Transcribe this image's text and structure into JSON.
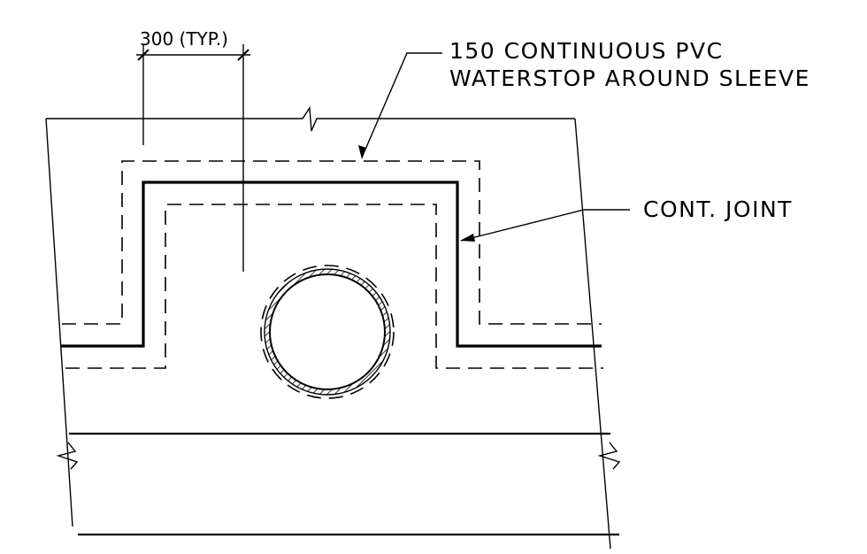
{
  "annotations": {
    "dimension": "300 (TYP.)",
    "waterstop_line1": "150 CONTINUOUS PVC",
    "waterstop_line2": "WATERSTOP AROUND SLEEVE",
    "joint": "CONT. JOINT"
  }
}
